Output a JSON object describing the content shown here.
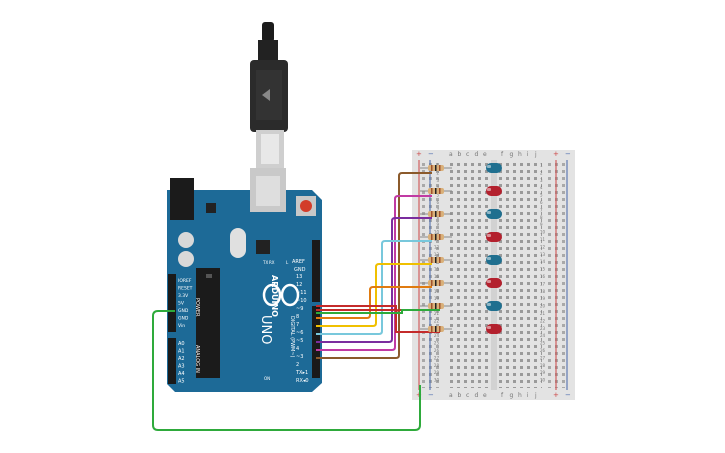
{
  "board": {
    "brand": "ARDUINO",
    "model": "UNO",
    "aref": "AREF",
    "gnd": "GND",
    "digital_label": "DIGITAL (PWM~)",
    "power_label": "POWER",
    "analog_label": "ANALOG IN",
    "power_pins": [
      "IOREF",
      "RESET",
      "3.3V",
      "5V",
      "GND",
      "GND",
      "Vin"
    ],
    "analog_pins": [
      "A0",
      "A1",
      "A2",
      "A3",
      "A4",
      "A5"
    ],
    "digital_pins": [
      "13",
      "12",
      "~11",
      "~10",
      "~9",
      "8",
      "7",
      "~6",
      "~5",
      "4",
      "~3",
      "2",
      "TX▸1",
      "RX◂0"
    ],
    "leds": [
      "L",
      "TX",
      "RX"
    ],
    "on_label": "ON"
  },
  "breadboard": {
    "cols_left": [
      "a",
      "b",
      "c",
      "d",
      "e"
    ],
    "cols_right": [
      "f",
      "g",
      "h",
      "i",
      "j"
    ],
    "rows": [
      "1",
      "2",
      "3",
      "4",
      "5",
      "6",
      "7",
      "8",
      "9",
      "10",
      "11",
      "12",
      "13",
      "14",
      "15",
      "16",
      "17",
      "18",
      "19",
      "20",
      "21",
      "22",
      "23",
      "24",
      "25",
      "26",
      "27",
      "28",
      "29",
      "30"
    ],
    "plus": "+",
    "minus": "−"
  },
  "colors": {
    "board": "#1d6a97",
    "breadboard": "#e3e3e3",
    "led_red": "#b3202d",
    "led_blue": "#1f6f8f",
    "wire_green": "#2eaa3b",
    "wires": [
      "#8b5a2b",
      "#c13aa3",
      "#7b2d9e",
      "#78c8dc",
      "#f0c000",
      "#e07b10",
      "#c42b2b",
      "#2eaa3b"
    ]
  },
  "led_colors": [
    "blue",
    "red",
    "blue",
    "red",
    "blue",
    "red",
    "blue",
    "red"
  ]
}
